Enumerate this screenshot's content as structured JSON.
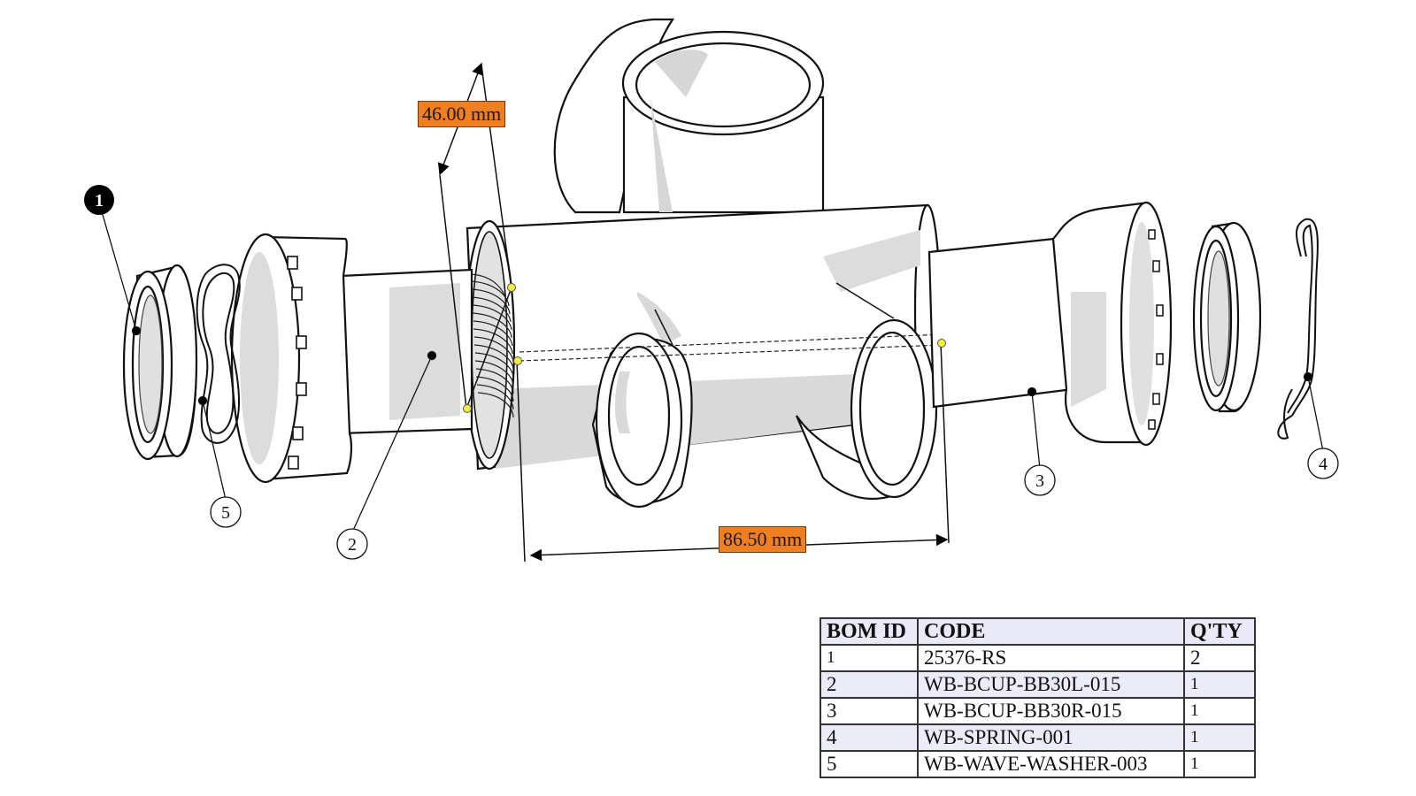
{
  "dimensions": {
    "top": "46.00 mm",
    "bottom": "86.50 mm"
  },
  "callouts": {
    "c1": "1",
    "c2": "2",
    "c3": "3",
    "c4": "4",
    "c5": "5"
  },
  "bom": {
    "headers": [
      "BOM ID",
      "CODE",
      "Q'TY"
    ],
    "rows": [
      {
        "id": "1",
        "code": "25376-RS",
        "qty": "2"
      },
      {
        "id": "2",
        "code": "WB-BCUP-BB30L-015",
        "qty": "1"
      },
      {
        "id": "3",
        "code": "WB-BCUP-BB30R-015",
        "qty": "1"
      },
      {
        "id": "4",
        "code": "WB-SPRING-001",
        "qty": "1"
      },
      {
        "id": "5",
        "code": "WB-WAVE-WASHER-003",
        "qty": "1"
      }
    ]
  },
  "colors": {
    "label_fill": "#f07f22",
    "shadow": "#d8d8d8",
    "marker": "#f2ec3a",
    "table_alt": "#ececf8"
  }
}
